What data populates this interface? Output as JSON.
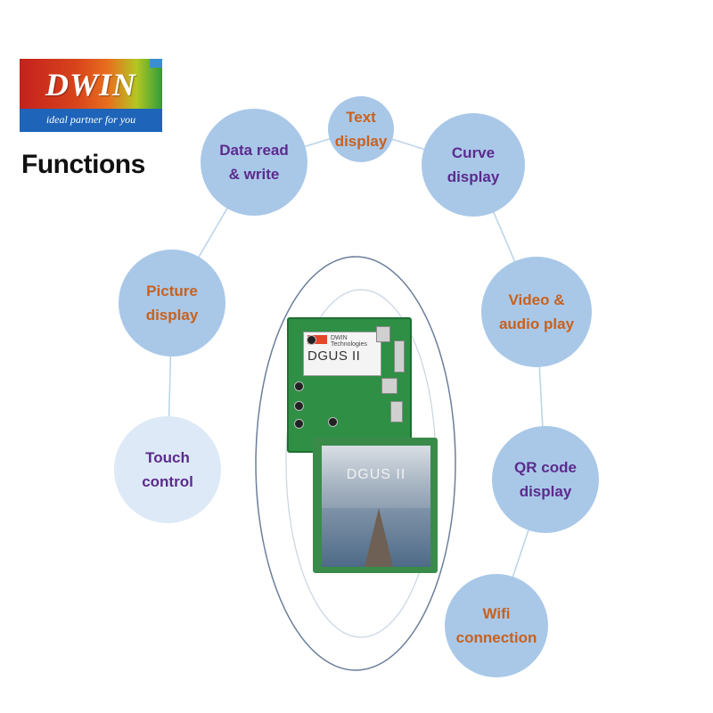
{
  "logo": {
    "name": "DWIN",
    "tagline": "ideal partner for you"
  },
  "title": "Functions",
  "colors": {
    "bubble_fill": "#a9c8e8",
    "bubble_fill_light": "#dde9f6",
    "label_orange": "#c8611e",
    "label_purple": "#5b2b8c",
    "connector": "#b9d3ea",
    "board_green": "#2f8f45"
  },
  "functions": [
    {
      "id": "text-display",
      "label": "Text\ndisplay",
      "color": "orange"
    },
    {
      "id": "curve-display",
      "label": "Curve\ndisplay",
      "color": "purple"
    },
    {
      "id": "video-audio-play",
      "label": "Video &\naudio play",
      "color": "orange"
    },
    {
      "id": "qr-code-display",
      "label": "QR code\ndisplay",
      "color": "purple"
    },
    {
      "id": "wifi-connection",
      "label": "Wifi\nconnection",
      "color": "orange"
    },
    {
      "id": "data-read-write",
      "label": "Data read\n& write",
      "color": "purple"
    },
    {
      "id": "picture-display",
      "label": "Picture\ndisplay",
      "color": "orange"
    },
    {
      "id": "touch-control",
      "label": "Touch\ncontrol",
      "color": "purple"
    }
  ],
  "product": {
    "board_text": "DGUS II",
    "screen_text": "DGUS II",
    "board_brand": "DWIN Technologies"
  }
}
